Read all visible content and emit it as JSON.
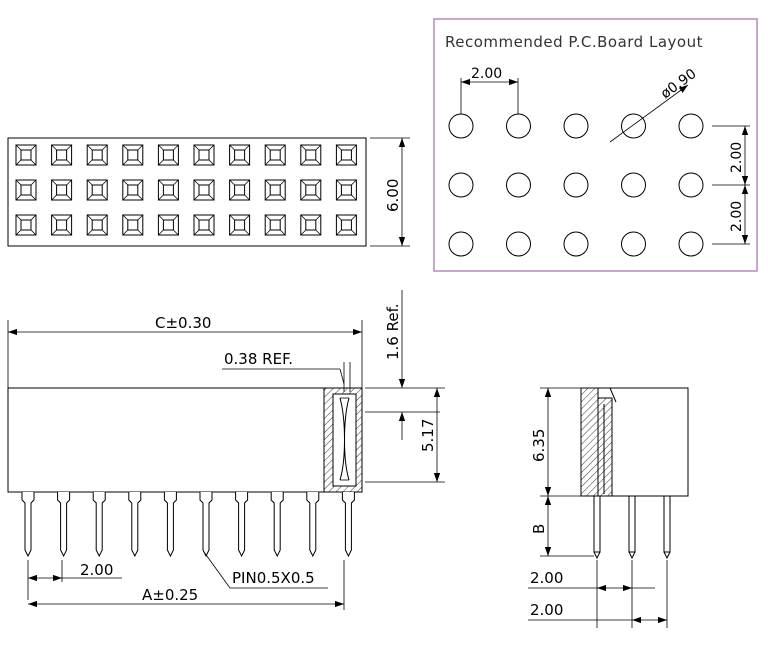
{
  "pcb_layout": {
    "title": "Recommended P.C.Board Layout",
    "pitch_label": "2.00",
    "hole_label": "ø0.90",
    "vert_label_1": "2.00",
    "vert_label_2": "2.00",
    "border_color": "#b58ab8"
  },
  "top_view": {
    "rows": 3,
    "cols": 10,
    "height_label": "6.00"
  },
  "front_view": {
    "overall_label": "C±0.30",
    "ref_label": "0.38 REF.",
    "ref_height_label": "1.6 Ref.",
    "body_height_label": "5.17",
    "pitch_label": "2.00",
    "pin_label": "PIN0.5X0.5",
    "length_label": "A±0.25"
  },
  "side_view": {
    "height_label": "6.35",
    "pin_length_label": "B",
    "pitch_label_1": "2.00",
    "pitch_label_2": "2.00"
  }
}
